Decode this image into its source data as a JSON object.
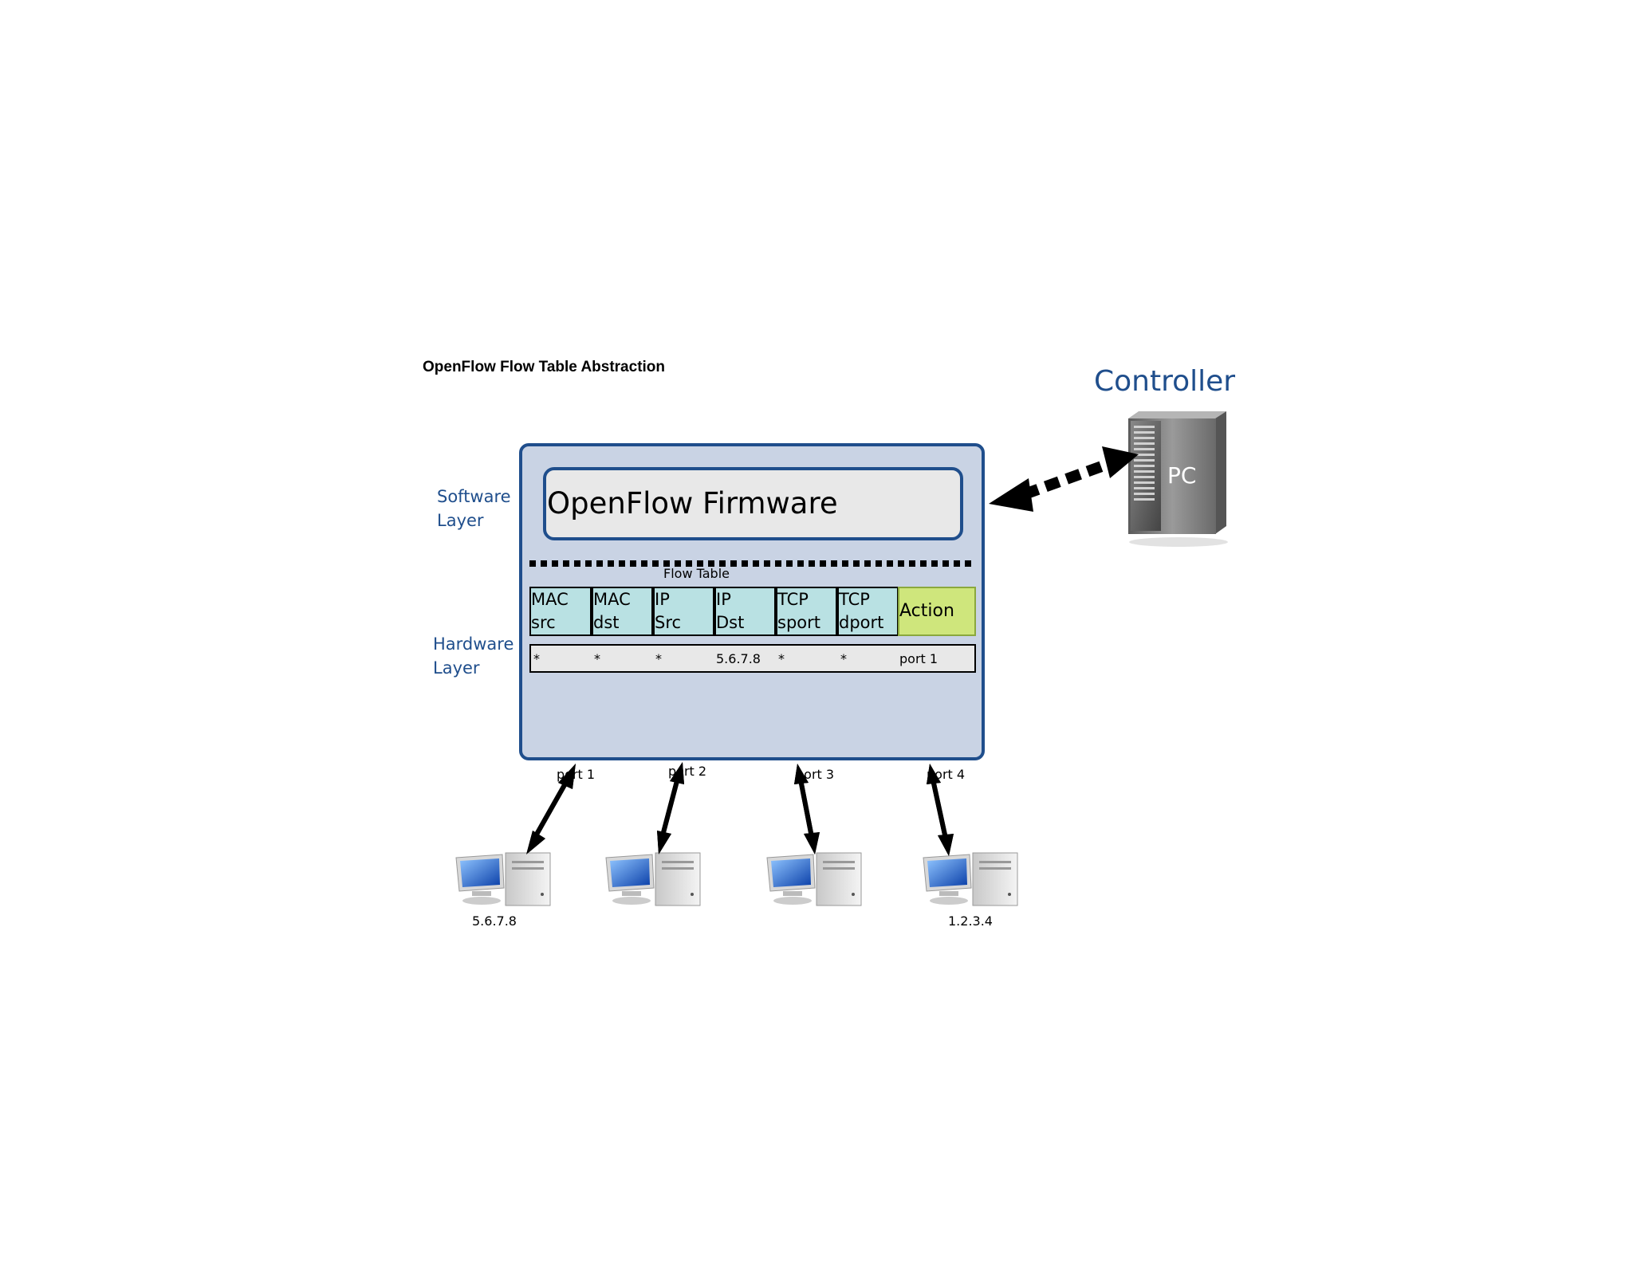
{
  "title": "OpenFlow Flow Table Abstraction",
  "controller": {
    "label": "Controller",
    "server_text": "PC"
  },
  "layers": {
    "software": "Software\nLayer",
    "hardware": "Hardware\nLayer"
  },
  "firmware": {
    "label": "OpenFlow Firmware"
  },
  "flow_table": {
    "label": "Flow Table",
    "headers": [
      "MAC\nsrc",
      "MAC\ndst",
      "IP\nSrc",
      "IP\nDst",
      "TCP\nsport",
      "TCP\ndport"
    ],
    "action_header": "Action",
    "row": [
      "*",
      "*",
      "*",
      "5.6.7.8",
      "*",
      "*",
      "port 1"
    ]
  },
  "ports": [
    "port 1",
    "port 2",
    "port 3",
    "port 4"
  ],
  "hosts": [
    {
      "ip": "5.6.7.8"
    },
    {
      "ip": ""
    },
    {
      "ip": ""
    },
    {
      "ip": "1.2.3.4"
    }
  ],
  "colors": {
    "switch_fill": "#c9d3e4",
    "border_blue": "#1f4e8c",
    "header_fill": "#b9e1e3",
    "action_fill": "#cfe67c"
  }
}
